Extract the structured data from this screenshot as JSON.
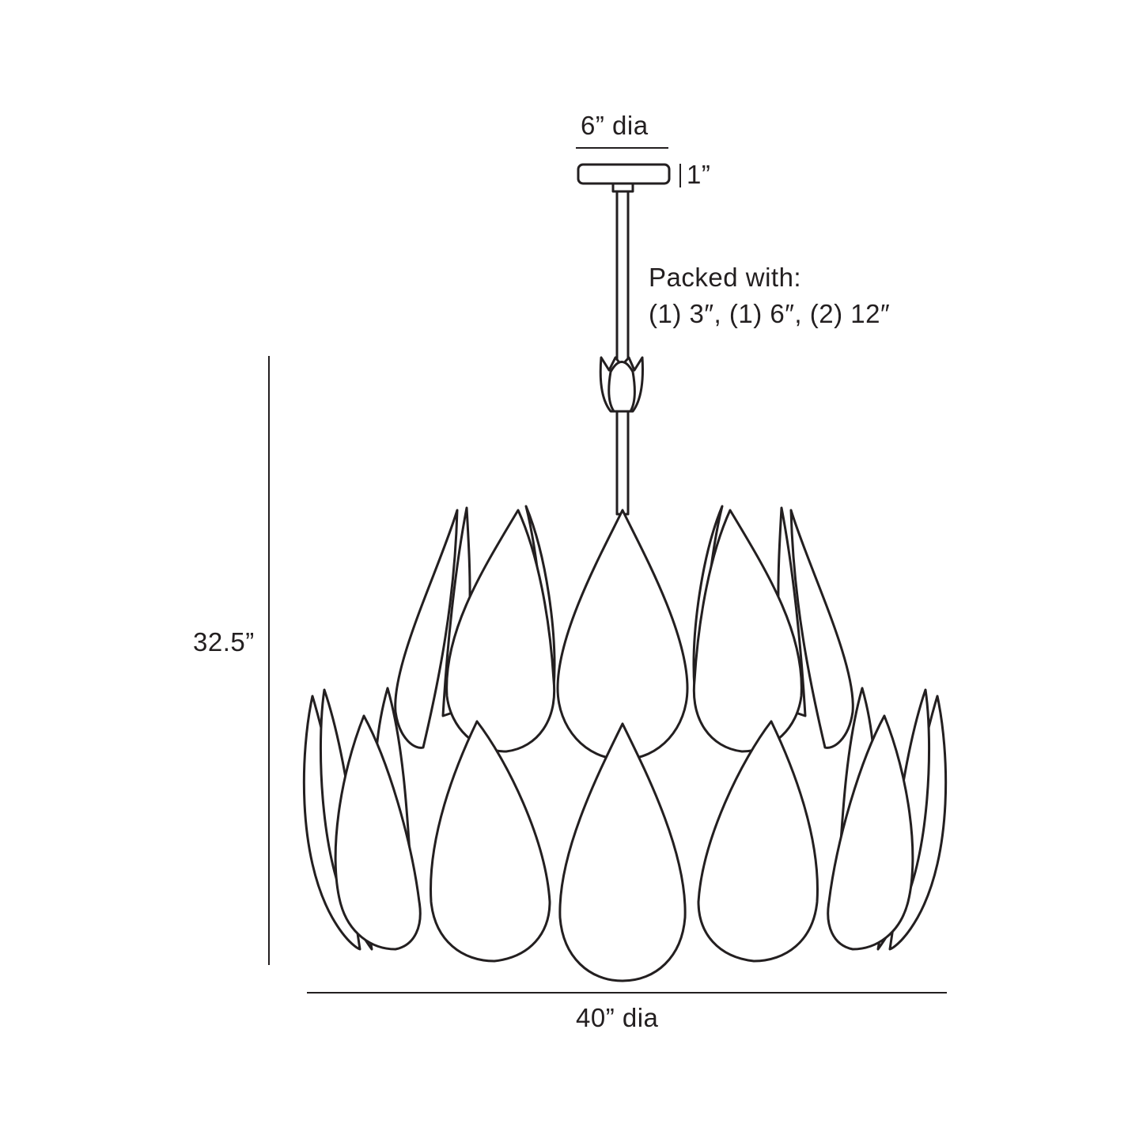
{
  "diagram": {
    "subject": "pendant chandelier with teardrop leaf shades, dimension drawing",
    "canopy": {
      "diameter_label": "6” dia",
      "height_label": "1”"
    },
    "packed_with": {
      "heading": "Packed with:",
      "rods": "(1) 3″, (1) 6″, (2) 12″"
    },
    "overall_height_label": "32.5”",
    "overall_diameter_label": "40” dia",
    "colors": {
      "line": "#231f20",
      "background": "#ffffff"
    }
  }
}
